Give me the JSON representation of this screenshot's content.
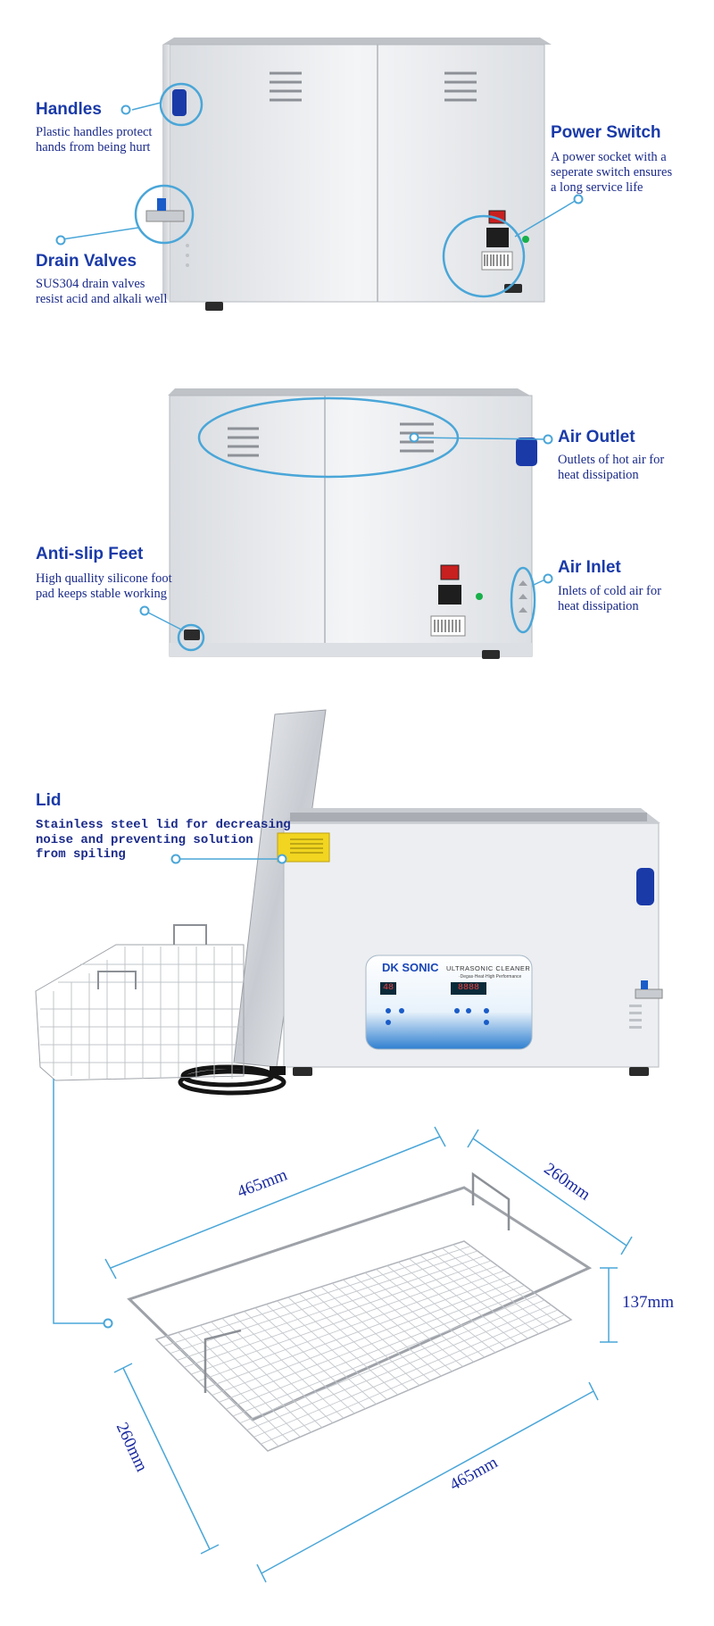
{
  "panel1": {
    "handles": {
      "title": "Handles",
      "desc1": "Plastic handles protect",
      "desc2": "hands from being hurt"
    },
    "drain": {
      "title": "Drain Valves",
      "desc1": "SUS304 drain valves",
      "desc2": "resist acid and alkali well"
    },
    "power": {
      "title": "Power Switch",
      "desc1": "A power socket with a",
      "desc2": "seperate switch ensures",
      "desc3": "a long service life"
    }
  },
  "panel2": {
    "outlet": {
      "title": "Air Outlet",
      "desc1": "Outlets of hot air for",
      "desc2": "heat dissipation"
    },
    "feet": {
      "title": "Anti-slip Feet",
      "desc1": "High quallity silicone foot",
      "desc2": "pad keeps stable working"
    },
    "inlet": {
      "title": "Air Inlet",
      "desc1": "Inlets of cold air for",
      "desc2": "heat dissipation"
    }
  },
  "panel3": {
    "lid": {
      "title": "Lid",
      "desc1": "Stainless steel lid for decreasing",
      "desc2": "noise and preventing solution",
      "desc3": "from spiling"
    },
    "brand": "DK SONIC",
    "product": "ULTRASONIC CLEANER",
    "tagline": "·Degas·Heat·High Performance",
    "display_left": "48",
    "display_right": "8888"
  },
  "basket": {
    "top_length": "465mm",
    "top_width": "260mm",
    "height": "137mm",
    "bottom_width": "260mm",
    "bottom_length": "465mm"
  },
  "colors": {
    "accent": "#4aa6d8",
    "title": "#1a3aa8",
    "steel": "#e9ebee"
  }
}
